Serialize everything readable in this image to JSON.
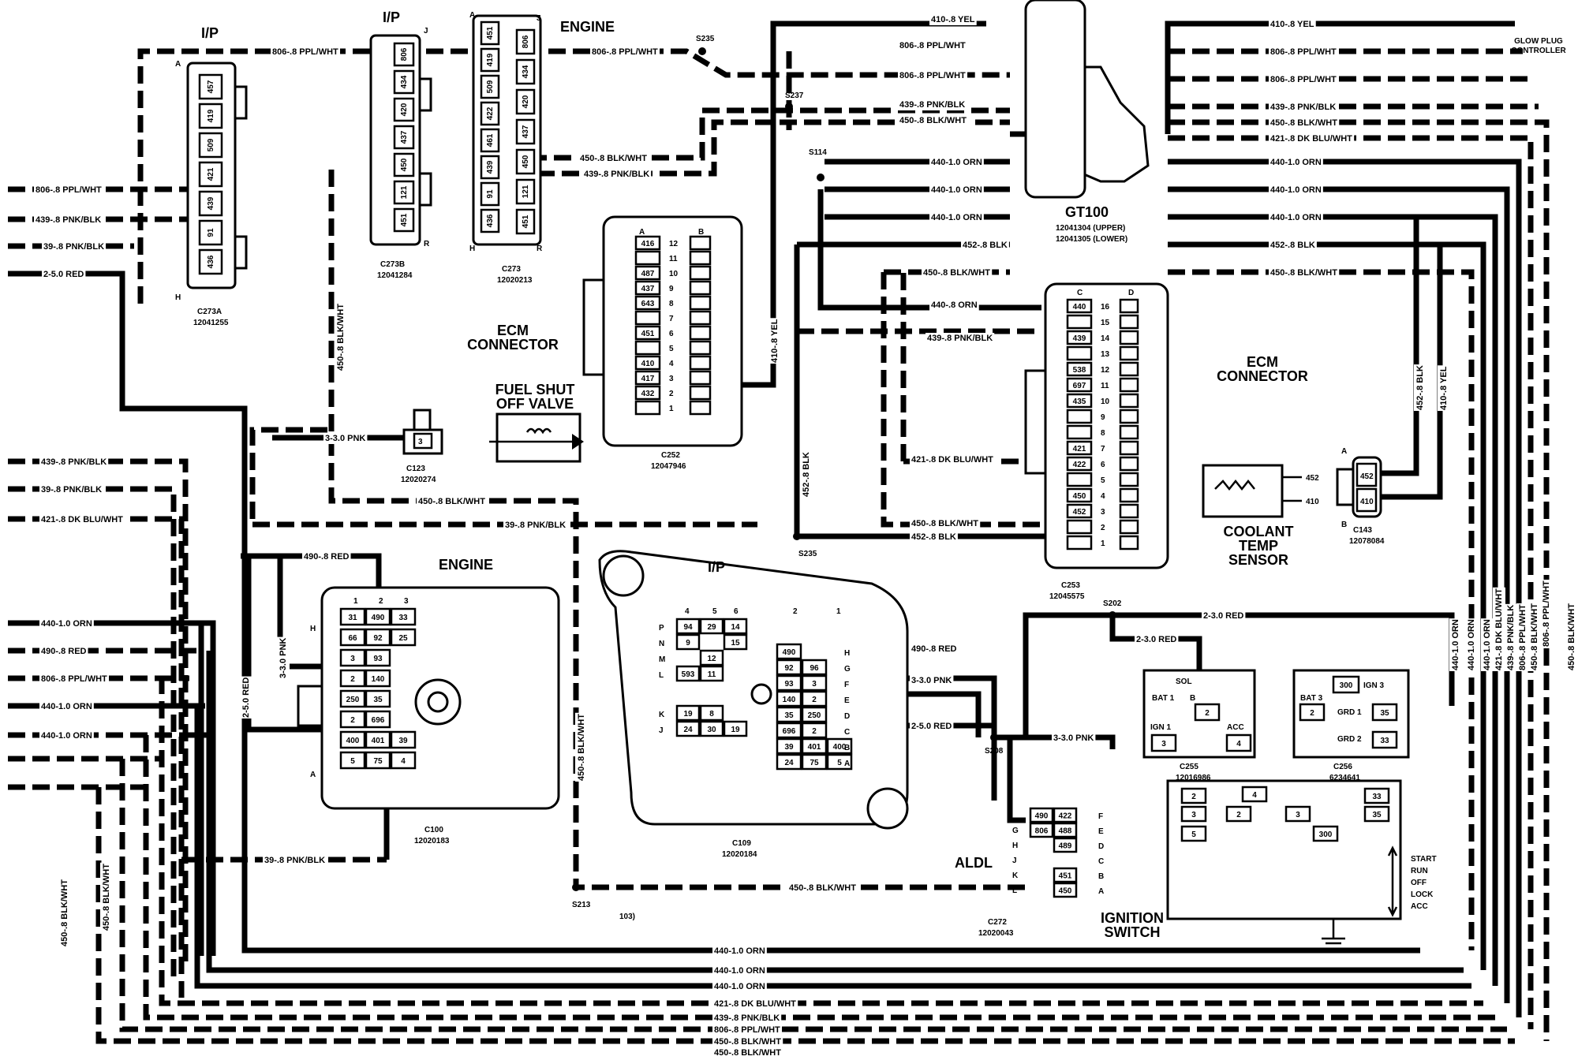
{
  "labels": {
    "ip_left": "I/P",
    "ip_mid": "I/P",
    "engine_top": "ENGINE",
    "engine_c100": "ENGINE",
    "ip_c109": "I/P",
    "ecm_connector_left": "ECM\nCONNECTOR",
    "ecm_connector_right": "ECM\nCONNECTOR",
    "fuel_shutoff": "FUEL SHUT\nOFF VALVE",
    "coolant_temp": "COOLANT\nTEMP\nSENSOR",
    "gt100": "GT100",
    "aldl": "ALDL",
    "ignition_switch": "IGNITION\nSWITCH",
    "glow_plug": "GLOW PLUG\nCONTROLLER",
    "ign_positions": [
      "START",
      "RUN",
      "OFF",
      "LOCK",
      "ACC"
    ],
    "footnote": "103)"
  },
  "connectors": {
    "c273a": {
      "name": "C273A",
      "part": "12041255",
      "pins": [
        "457",
        "419",
        "509",
        "421",
        "439",
        "91",
        "436"
      ],
      "end_a": "A",
      "end_h": "H"
    },
    "c273b": {
      "name": "C273B",
      "part": "12041284",
      "pins": [
        "806",
        "434",
        "420",
        "437",
        "450",
        "121",
        "451"
      ],
      "end_j": "J",
      "end_r": "R"
    },
    "c273": {
      "name": "C273",
      "part": "12020213",
      "pins_left": [
        "451",
        "419",
        "509",
        "422",
        "461",
        "439",
        "91",
        "436"
      ],
      "pins_right": [
        "806",
        "434",
        "420",
        "437",
        "450",
        "121",
        "451"
      ],
      "end_a": "A",
      "end_j": "J",
      "end_h": "H",
      "end_r": "R"
    },
    "c252": {
      "name": "C252",
      "part": "12047946",
      "col_a": "A",
      "col_b": "B",
      "pins": [
        "416",
        "",
        "487",
        "437",
        "643",
        "",
        "451",
        "",
        "410",
        "417",
        "432"
      ],
      "numbers": [
        "12",
        "11",
        "10",
        "9",
        "8",
        "7",
        "6",
        "5",
        "4",
        "3",
        "2",
        "1"
      ]
    },
    "c123": {
      "name": "C123",
      "part": "12020274",
      "pin": "3"
    },
    "c253": {
      "name": "C253",
      "part": "12045575",
      "col_c": "C",
      "col_d": "D",
      "pins": [
        "440",
        "",
        "439",
        "",
        "538",
        "697",
        "435",
        "",
        "",
        "421",
        "422",
        "",
        "450",
        "452"
      ],
      "numbers": [
        "16",
        "15",
        "14",
        "13",
        "12",
        "11",
        "10",
        "9",
        "8",
        "7",
        "6",
        "5",
        "4",
        "3",
        "2",
        "1"
      ]
    },
    "gt100": {
      "upper": "12041304 (UPPER)",
      "lower": "12041305 (LOWER)"
    },
    "c143": {
      "name": "C143",
      "part": "12078084",
      "pins": [
        "452",
        "410"
      ],
      "end_a": "A",
      "end_b": "B"
    },
    "c100": {
      "name": "C100",
      "part": "12020183",
      "rows": [
        [
          "31",
          "490",
          "33"
        ],
        [
          "66",
          "92",
          "25"
        ],
        [
          "3",
          "93",
          ""
        ],
        [
          "2",
          "140",
          ""
        ],
        [
          "250",
          "35",
          ""
        ],
        [
          "2",
          "696",
          ""
        ],
        [
          "400",
          "401",
          "39"
        ],
        [
          "5",
          "75",
          "4"
        ]
      ],
      "cols": [
        "1",
        "2",
        "3"
      ],
      "end_a": "A",
      "end_h": "H"
    },
    "c109": {
      "name": "C109",
      "part": "12020184",
      "left": [
        [
          "94",
          "29",
          "14"
        ],
        [
          "9",
          "",
          "15"
        ],
        [
          "",
          "12",
          ""
        ],
        [
          "593",
          "11",
          ""
        ],
        [
          "19",
          "8",
          ""
        ],
        [
          "24",
          "30",
          "19"
        ]
      ],
      "right": [
        [
          "490",
          ""
        ],
        [
          "92",
          "96"
        ],
        [
          "93",
          "3"
        ],
        [
          "140",
          "2"
        ],
        [
          "35",
          "250"
        ],
        [
          "696",
          "2"
        ],
        [
          "39",
          "401",
          "400"
        ],
        [
          "24",
          "75",
          "5"
        ]
      ],
      "rows_left": [
        "P",
        "N",
        "M",
        "L",
        "K",
        "J"
      ],
      "rows_right": [
        "H",
        "G",
        "F",
        "E",
        "D",
        "C",
        "B",
        "A"
      ],
      "cols": [
        "4",
        "5",
        "6",
        "2",
        "1"
      ]
    },
    "c272": {
      "name": "C272",
      "part": "12020043",
      "pins": [
        [
          "490",
          "422"
        ],
        [
          "806",
          "488"
        ],
        [
          "",
          "489"
        ],
        [
          "",
          ""
        ],
        [
          "",
          "451"
        ],
        [
          "",
          "450"
        ]
      ],
      "rows": [
        "F",
        "E",
        "D",
        "C",
        "B",
        "A"
      ],
      "rows_left": [
        "G",
        "H",
        "J",
        "K",
        "L"
      ]
    },
    "c255": {
      "name": "C255",
      "part": "12016986",
      "terms": [
        "SOL",
        "BAT 1",
        "B",
        "2",
        "IGN 1",
        "3",
        "ACC",
        "4"
      ]
    },
    "c256": {
      "name": "C256",
      "part": "6234641",
      "terms": [
        "BAT 3",
        "2",
        "300",
        "IGN 3",
        "GRD 1",
        "35",
        "GRD 2",
        "33"
      ]
    },
    "ignition_switch_box": {
      "terms": [
        "2",
        "4",
        "2",
        "3",
        "5",
        "3",
        "33",
        "35",
        "300"
      ]
    },
    "coolant_sensor_pins": [
      "452",
      "410"
    ]
  },
  "splices": [
    "S235",
    "S237",
    "S114",
    "S235",
    "S213",
    "S208",
    "S202"
  ],
  "wires": {
    "w806_ppl": "806-.8 PPL/WHT",
    "w439_pnk": "439-.8 PNK/BLK",
    "w39_pnk": "39-.8 PNK/BLK",
    "w2_red": "2-5.0 RED",
    "w439_pnk_blk": "439-.8 PNK/BLK",
    "w39_pnk_blk": "39-.8 PNK/BLK",
    "w421": "421-.8 DK BLU/WHT",
    "w440_orn": "440-1.0 ORN",
    "w490_red": "490-.8 RED",
    "w806_ppl2": "806-.8 PPL/WHT",
    "w440_orn2": "440-1.0 ORN",
    "w440_orn3": "440-1.0 ORN",
    "w450_blk_v1": "450-.8 BLK/WHT",
    "w450_blk_v2": "450-.8 BLK/WHT",
    "top_806": "806-.8 PPL/WHT",
    "top_806b": "806-.8 PPL/WHT",
    "w450_blk_c273": "450-.8 BLK/WHT",
    "w439_c273": "439-.8 PNK/BLK",
    "w450_blk_vert": "450-.8 BLK/WHT",
    "w3_pnk": "3-3.0 PNK",
    "w450_mid": "450-.8 BLK/WHT",
    "w39_mid": "39-.8 PNK/BLK",
    "w490_c100": "490-.8 RED",
    "w3_pnk_v": "3-3.0 PNK",
    "w2_red_v": "2-5.0 RED",
    "w39_bottom": "39-.8 PNK/BLK",
    "w450_bottom": "450-.8 BLK/WHT",
    "w450_c109_v": "450-.8 BLK/WHT",
    "w490_c109": "490-.8 RED",
    "w3_c109": "3-3.0 PNK",
    "w2_c109": "2-5.0 RED",
    "w3_c255": "3-3.0 PNK",
    "w2_top": "2-3.0 RED",
    "w2_c255": "2-3.0 RED",
    "w410_yel_top": "410-.8 YEL",
    "w806_top2": "806-.8 PPL/WHT",
    "w806_top3": "806-.8 PPL/WHT",
    "w439_s237": "439-.8 PNK/BLK",
    "w450_s237": "450-.8 BLK/WHT",
    "w440_s114a": "440-1.0 ORN",
    "w440_s114b": "440-1.0 ORN",
    "w440_s114c": "440-1.0 ORN",
    "w452_blk": "452-.8 BLK",
    "w450_blk_gt": "450-.8 BLK/WHT",
    "w440_ecm": "440-.8 ORN",
    "w439_ecm": "439-.8 PNK/BLK",
    "w410_v": "410-.8 YEL",
    "w452_v": "452-.8 BLK",
    "w421_ecm": "421-.8 DK BLU/WHT",
    "w450_ecm": "450-.8 BLK/WHT",
    "w452_ecm": "452-.8 BLK",
    "r410": "410-.8 YEL",
    "r806": "806-.8 PPL/WHT",
    "r806b": "806-.8 PPL/WHT",
    "r439": "439-.8 PNK/BLK",
    "r450": "450-.8 BLK/WHT",
    "r421": "421-.8 DK BLU/WHT",
    "r440a": "440-1.0 ORN",
    "r440b": "440-1.0 ORN",
    "r440c": "440-1.0 ORN",
    "r452": "452-.8 BLK",
    "r450b": "450-.8 BLK/WHT",
    "c143_452": "452-.8 BLK",
    "c143_410": "410-.8 YEL",
    "vr1": "440-1.0 ORN",
    "vr2": "440-1.0 ORN",
    "vr3": "440-1.0 ORN",
    "vr4": "421-.8 DK BLU/WHT",
    "vr5": "439-.8 PNK/BLK",
    "vr6": "806-.8 PPL/WHT",
    "vr7": "450-.8 BLK/WHT",
    "vr8": "806-.8 PPL/WHT",
    "vr9": "450-.8 BLK/WHT",
    "b1": "440-1.0 ORN",
    "b2": "440-1.0 ORN",
    "b3": "440-1.0 ORN",
    "b4": "421-.8 DK BLU/WHT",
    "b5": "439-.8 PNK/BLK",
    "b6": "806-.8 PPL/WHT",
    "b7": "450-.8 BLK/WHT",
    "b8": "450-.8 BLK/WHT"
  }
}
